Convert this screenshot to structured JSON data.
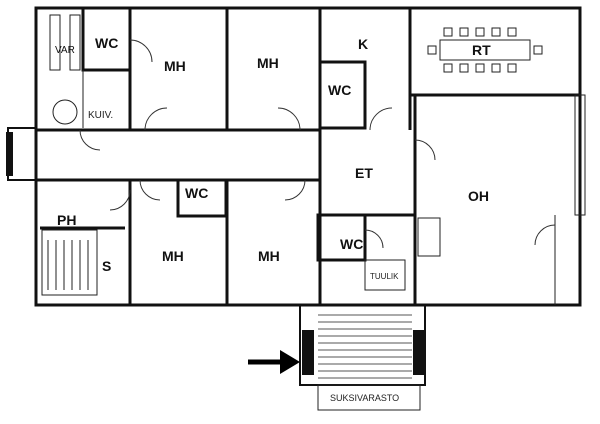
{
  "plan": {
    "rooms": {
      "var": "VAR",
      "wc_top_left": "WC",
      "kuiv": "KUIV.",
      "mh_top_1": "MH",
      "mh_top_2": "MH",
      "kitchen": "K",
      "wc_kitchen": "WC",
      "rt": "RT",
      "et": "ET",
      "oh": "OH",
      "ph": "PH",
      "sauna": "S",
      "wc_mid": "WC",
      "mh_bottom_1": "MH",
      "mh_bottom_2": "MH",
      "wc_entry": "WC",
      "tuulik": "TUULIK",
      "suksivarasto": "SUKSIVARASTO"
    },
    "arrow_icon": "arrow-right-icon"
  }
}
